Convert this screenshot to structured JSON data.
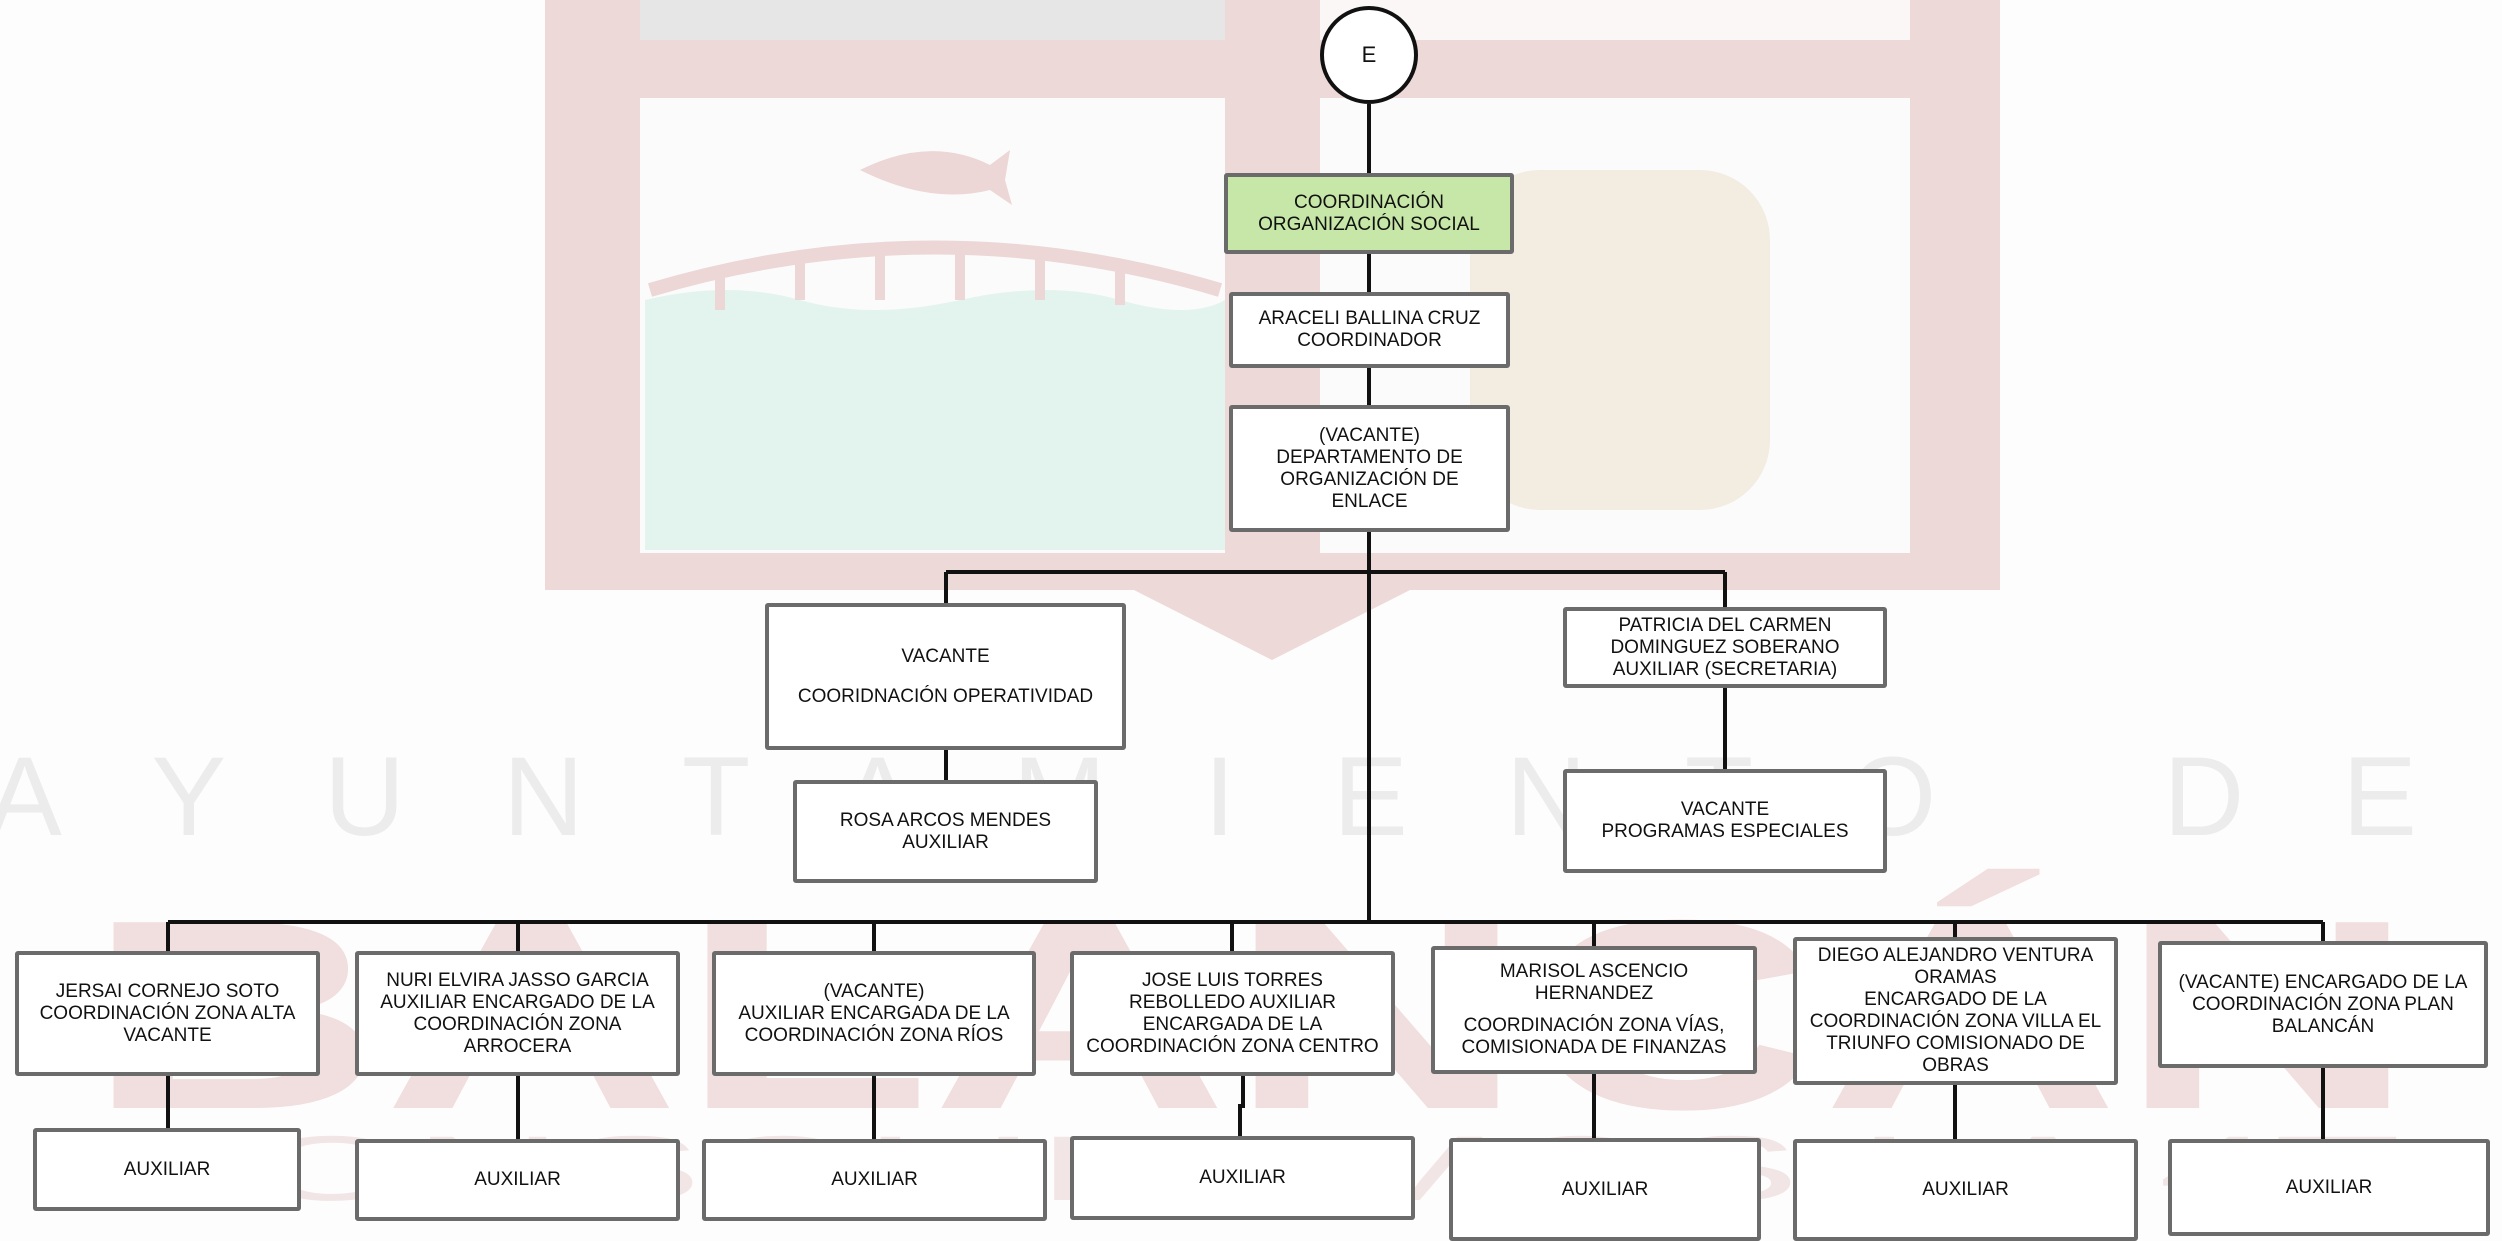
{
  "watermark": {
    "title_line": "AYUNTAMIENTO DE",
    "name_line": "BALANCÁN",
    "motto_line": "CONSOLIDEMOS LA 4T",
    "colors": {
      "maroon": "#e8cccc",
      "maroon_text": "#f1dede",
      "water": "#e3f4ef",
      "gray_text": "#ececec"
    }
  },
  "diagram": {
    "root": {
      "label": "E"
    },
    "coordinacion": {
      "line1": "COORDINACIÓN",
      "line2": "ORGANIZACIÓN SOCIAL",
      "color": "#c6e7a7"
    },
    "coordinador": {
      "name": "ARACELI BALLINA CRUZ",
      "role": "COORDINADOR"
    },
    "departamento": {
      "text": "(VACANTE) DEPARTAMENTO DE ORGANIZACIÓN DE ENLACE"
    },
    "operatividad": {
      "line1": "VACANTE",
      "line2": "COORIDNACIÓN OPERATIVIDAD"
    },
    "rosa": {
      "name": "ROSA ARCOS MENDES",
      "role": "AUXILIAR"
    },
    "patricia": {
      "text": "PATRICIA DEL CARMEN DOMINGUEZ SOBERANO AUXILIAR (SECRETARIA)"
    },
    "programas": {
      "line1": "VACANTE",
      "line2": "PROGRAMAS ESPECIALES"
    },
    "zonas": [
      {
        "text": "JERSAI CORNEJO SOTO COORDINACIÓN ZONA ALTA VACANTE",
        "aux": "AUXILIAR"
      },
      {
        "text": "NURI ELVIRA JASSO GARCIA AUXILIAR ENCARGADO DE LA COORDINACIÓN ZONA ARROCERA",
        "aux": "AUXILIAR"
      },
      {
        "line1": "(VACANTE)",
        "line2": "AUXILIAR ENCARGADA DE LA COORDINACIÓN ZONA RÍOS",
        "aux": "AUXILIAR"
      },
      {
        "text": "JOSE LUIS TORRES REBOLLEDO AUXILIAR ENCARGADA DE LA COORDINACIÓN ZONA CENTRO",
        "aux": "AUXILIAR"
      },
      {
        "line1": "MARISOL ASCENCIO HERNANDEZ",
        "line2": "COORDINACIÓN ZONA VÍAS, COMISIONADA DE FINANZAS",
        "aux": "AUXILIAR"
      },
      {
        "line1": "DIEGO ALEJANDRO VENTURA ORAMAS",
        "line2": "ENCARGADO DE LA COORDINACIÓN ZONA VILLA EL TRIUNFO COMISIONADO DE OBRAS",
        "aux": "AUXILIAR"
      },
      {
        "text": "(VACANTE) ENCARGADO DE LA COORDINACIÓN ZONA PLAN BALANCÁN",
        "aux": "AUXILIAR"
      }
    ]
  }
}
